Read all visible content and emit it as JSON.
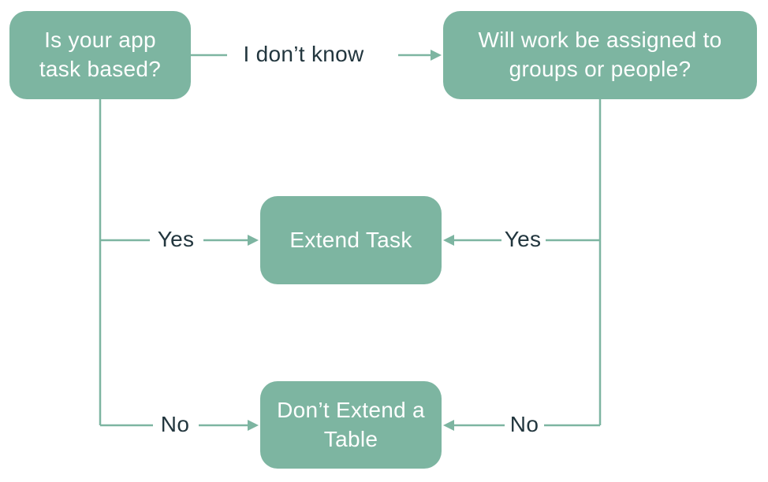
{
  "diagram": {
    "colors": {
      "node_fill": "#7db5a1",
      "node_text": "#ffffff",
      "label_text": "#22363e",
      "line": "#7db5a1"
    },
    "nodes": [
      {
        "id": "task-based",
        "label": "Is your app task based?"
      },
      {
        "id": "work-assigned",
        "label": "Will work be assigned to groups or people?"
      },
      {
        "id": "extend-task",
        "label": "Extend Task"
      },
      {
        "id": "dont-extend",
        "label": "Don’t Extend a Table"
      }
    ],
    "edge_labels": [
      {
        "id": "i-dont-know",
        "label": "I don’t know"
      },
      {
        "id": "yes-left",
        "label": "Yes"
      },
      {
        "id": "no-left",
        "label": "No"
      },
      {
        "id": "yes-right",
        "label": "Yes"
      },
      {
        "id": "no-right",
        "label": "No"
      }
    ]
  }
}
